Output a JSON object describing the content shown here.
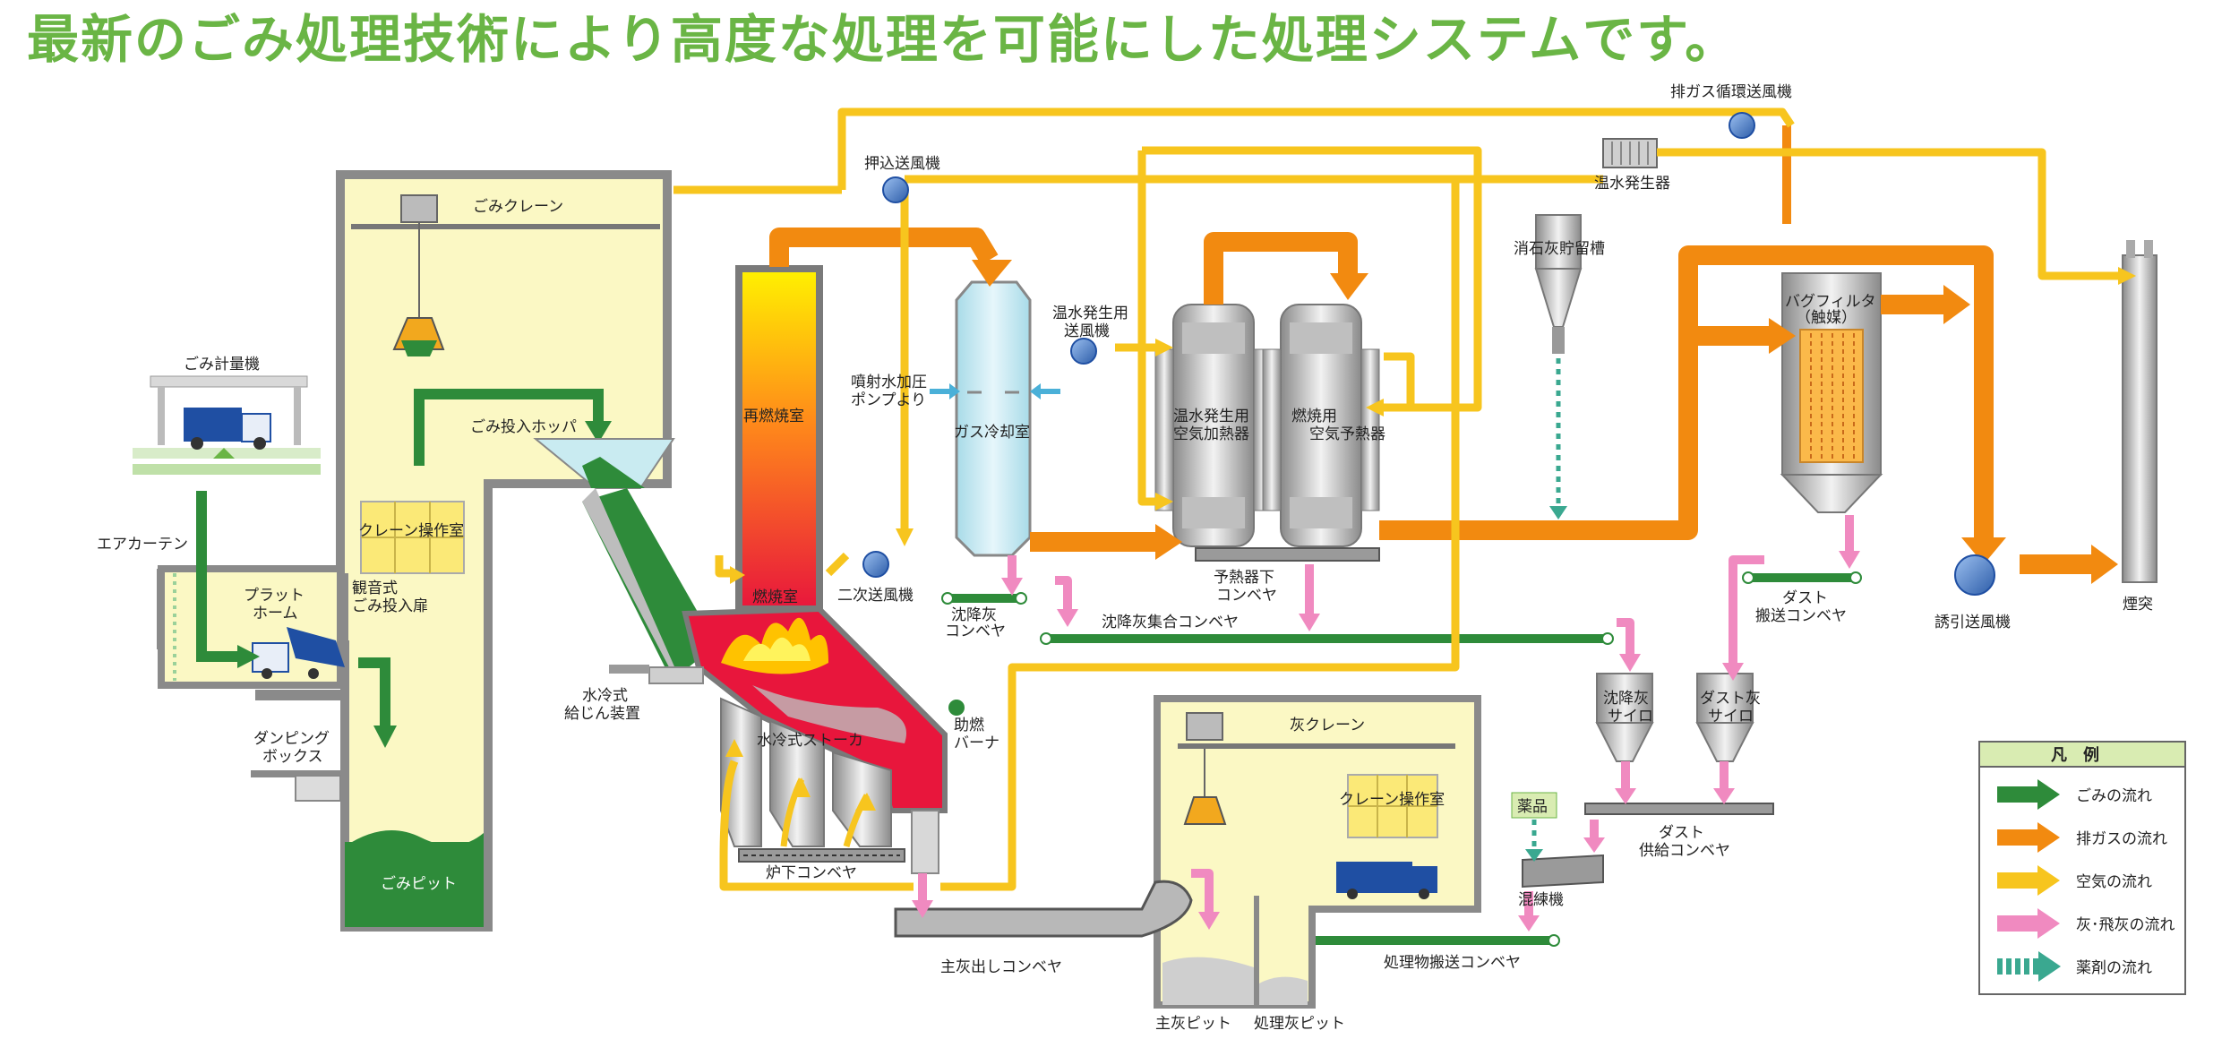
{
  "title": "最新のごみ処理技術により高度な処理を可能にした処理システムです。",
  "colors": {
    "refuse_flow": "#2e8b3a",
    "exhaust_flow": "#f28a10",
    "air_flow": "#f7c51e",
    "ash_flow": "#f08ac0",
    "chemical_flow": "#3aa890",
    "building_fill": "#fbf8c4",
    "building_stroke": "#8a8a8a"
  },
  "labels": {
    "gomi_crane": "ごみクレーン",
    "weigh_scale": "ごみ計量機",
    "air_curtain": "エアカーテン",
    "platform": [
      "プラット",
      "ホーム"
    ],
    "kannon_door": [
      "観音式",
      "ごみ投入扉"
    ],
    "crane_room": "クレーン操作室",
    "dumping_box": [
      "ダンピング",
      "ボックス"
    ],
    "gomi_pit": "ごみピット",
    "hopper": "ごみ投入ホッパ",
    "feeder": [
      "水冷式",
      "給じん装置"
    ],
    "stoker": "水冷式ストーカ",
    "furnace": "燃焼室",
    "reburn": "再燃焼室",
    "under_conveyor": "炉下コンベヤ",
    "aux_burner": [
      "助燃",
      "バーナ"
    ],
    "secondary_fan": "二次送風機",
    "forced_fan": "押込送風機",
    "spray": [
      "噴射水加圧",
      "ポンプより"
    ],
    "gas_cooler": "ガス冷却室",
    "settle_conveyor": [
      "沈降灰",
      "コンベヤ"
    ],
    "settle_collect": "沈降灰集合コンベヤ",
    "hw_fan": [
      "温水発生用",
      "送風機"
    ],
    "hw_air_heater": [
      "温水発生用",
      "空気加熱器"
    ],
    "air_preheater": [
      "燃焼用",
      "空気予熱器"
    ],
    "preheater_conveyor": [
      "予熱器下",
      "コンベヤ"
    ],
    "hot_water_gen": "温水発生器",
    "exhaust_recirc_fan": "排ガス循環送風機",
    "lime_tank": "消石灰貯留槽",
    "bag_filter": [
      "バグフィルタ",
      "（触媒）"
    ],
    "dust_conveyor": [
      "ダスト",
      "搬送コンベヤ"
    ],
    "induced_fan": "誘引送風機",
    "chimney": "煙突",
    "settle_silo": [
      "沈降灰",
      "サイロ"
    ],
    "dust_silo": [
      "ダスト灰",
      "サイロ"
    ],
    "dust_feed": [
      "ダスト",
      "供給コンベヤ"
    ],
    "chemical": "薬品",
    "kneader": "混練機",
    "treated_conveyor": "処理物搬送コンベヤ",
    "ash_crane": "灰クレーン",
    "ash_crane_room": "クレーン操作室",
    "main_ash_conveyor": "主灰出しコンベヤ",
    "main_ash_pit": "主灰ピット",
    "treated_ash_pit": "処理灰ピット"
  },
  "legend": {
    "title": "凡　例",
    "items": [
      {
        "label": "ごみの流れ",
        "color": "#2e8b3a"
      },
      {
        "label": "排ガスの流れ",
        "color": "#f28a10"
      },
      {
        "label": "空気の流れ",
        "color": "#f7c51e"
      },
      {
        "label": "灰･飛灰の流れ",
        "color": "#f08ac0"
      },
      {
        "label": "薬剤の流れ",
        "color": "#3aa890"
      }
    ]
  }
}
